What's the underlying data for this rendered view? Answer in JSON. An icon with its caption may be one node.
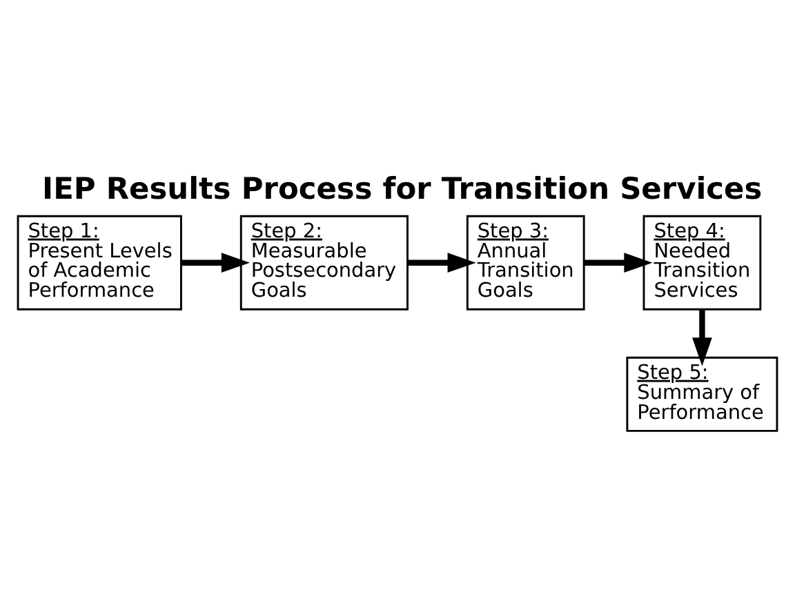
{
  "diagram": {
    "title": "IEP Results Process for Transition Services",
    "nodes": [
      {
        "text": [
          "Step 1:",
          "Present Levels of Academic Performance"
        ]
      },
      {
        "text": [
          "Step 2:",
          "Measurable Postsecondary Goals"
        ]
      },
      {
        "text": [
          "Step 3:",
          "Annual Transition Goals"
        ]
      },
      {
        "text": [
          "Step 4:",
          "Needed Transition Services"
        ]
      },
      {
        "text": [
          "Step 5:",
          "Summary of Performance"
        ]
      }
    ],
    "edges": [
      {
        "from": 0,
        "to": 1,
        "arrow": "to"
      },
      {
        "from": 1,
        "to": 2,
        "arrow": "to"
      },
      {
        "from": 2,
        "to": 3,
        "arrow": "to"
      },
      {
        "from": 3,
        "to": 4,
        "arrow": "to"
      }
    ]
  }
}
